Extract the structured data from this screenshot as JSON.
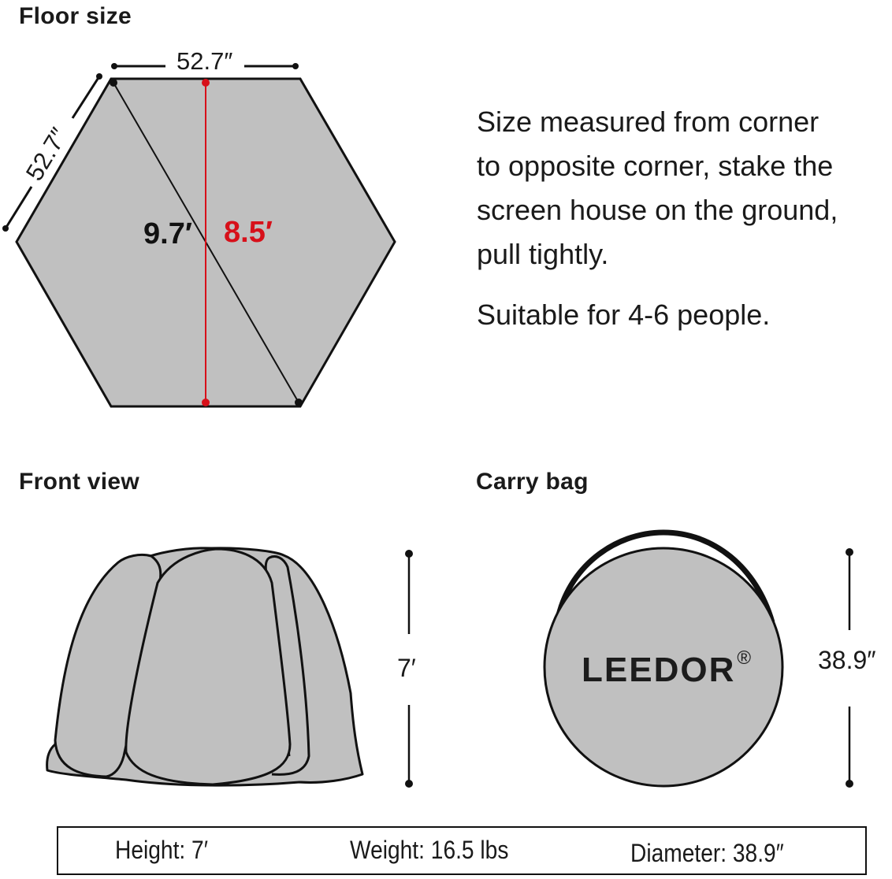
{
  "sections": {
    "floor": {
      "title": "Floor size",
      "side_top": "52.7″",
      "side_left": "52.7″",
      "diagonal": "9.7′",
      "flat_to_flat": "8.5′"
    },
    "description": {
      "lines": [
        "Size measured from corner",
        "to opposite corner, stake the",
        "screen house on the ground,",
        "pull tightly."
      ],
      "capacity": "Suitable for 4-6 people."
    },
    "front_view": {
      "title": "Front view",
      "height": "7′"
    },
    "carry_bag": {
      "title": "Carry bag",
      "brand": "LEEDOR",
      "registered": "®",
      "diameter": "38.9″"
    }
  },
  "specs": {
    "height": "Height: 7′",
    "weight": "Weight: 16.5 lbs",
    "diameter": "Diameter: 38.9″"
  },
  "colors": {
    "fill_gray": "#c0c0c0",
    "stroke": "#111111",
    "accent_red": "#d7101a"
  }
}
